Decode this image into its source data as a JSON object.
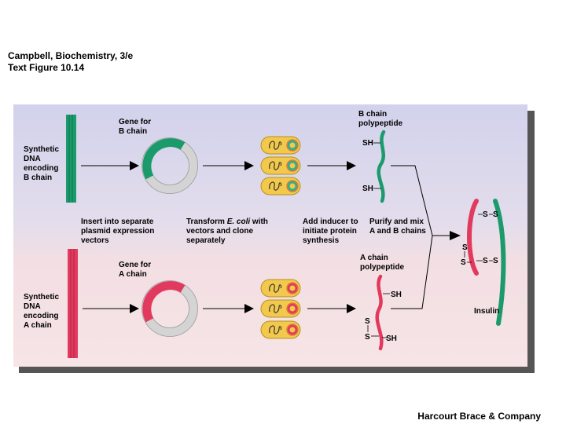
{
  "header": {
    "line1": "Campbell, Biochemistry, 3/e",
    "line2": "Text Figure 10.14"
  },
  "footer": {
    "publisher": "Harcourt Brace & Company"
  },
  "top_row": {
    "dna_label": [
      "Synthetic",
      "DNA",
      "encoding",
      "B chain"
    ],
    "gene_label": [
      "Gene for",
      "B chain"
    ],
    "polypeptide_label": [
      "B chain",
      "polypeptide"
    ],
    "sh": "SH"
  },
  "bottom_row": {
    "dna_label": [
      "Synthetic",
      "DNA",
      "encoding",
      "A chain"
    ],
    "gene_label": [
      "Gene for",
      "A chain"
    ],
    "polypeptide_label": [
      "A chain",
      "polypeptide"
    ],
    "sh": "SH",
    "s": "S"
  },
  "steps": {
    "insert": [
      "Insert into separate",
      "plasmid expression",
      "vectors"
    ],
    "transform_pre": "Transform ",
    "transform_italic": "E. coli",
    "transform_post": " with",
    "transform_rest": [
      "vectors and clone",
      "separately"
    ],
    "induce": [
      "Add inducer to",
      "initiate protein",
      "synthesis"
    ],
    "purify": [
      "Purify and mix",
      "A and B chains"
    ]
  },
  "insulin": {
    "label": "Insulin",
    "s": "S"
  },
  "colors": {
    "panel_top": "#d9d8ee",
    "panel_bottom": "#f4dde0",
    "green": "#1b9a6c",
    "pink": "#e23a5e",
    "gray": "#d4d4d4",
    "cell": "#f2c94c"
  }
}
